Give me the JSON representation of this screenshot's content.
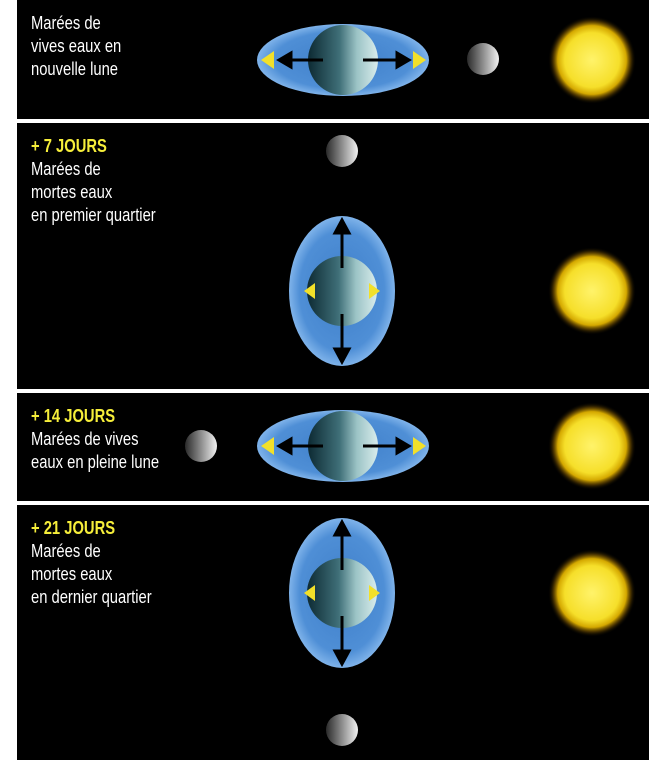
{
  "panels": [
    {
      "day": "",
      "lines": [
        "Marées de",
        "vives eaux en",
        "nouvelle lune"
      ]
    },
    {
      "day": "+ 7 JOURS",
      "lines": [
        "Marées de",
        "mortes eaux",
        "en premier quartier"
      ]
    },
    {
      "day": "+ 14 JOURS",
      "lines": [
        "Marées de vives",
        "eaux en pleine lune"
      ]
    },
    {
      "day": "+ 21 JOURS",
      "lines": [
        "Marées de",
        "mortes eaux",
        "en dernier quartier"
      ]
    }
  ],
  "colors": {
    "background": "#000000",
    "day_label": "#f6ee3a",
    "caption_text": "#ffffff",
    "tidal_bulge": "#4f8fd6",
    "sun": "#f6df2a",
    "arrow_yellow": "#f2e02a",
    "arrow_black": "#000000"
  },
  "icons": [
    "earth-icon",
    "moon-icon",
    "sun-icon",
    "tidal-bulge-icon",
    "force-arrow-icon"
  ]
}
